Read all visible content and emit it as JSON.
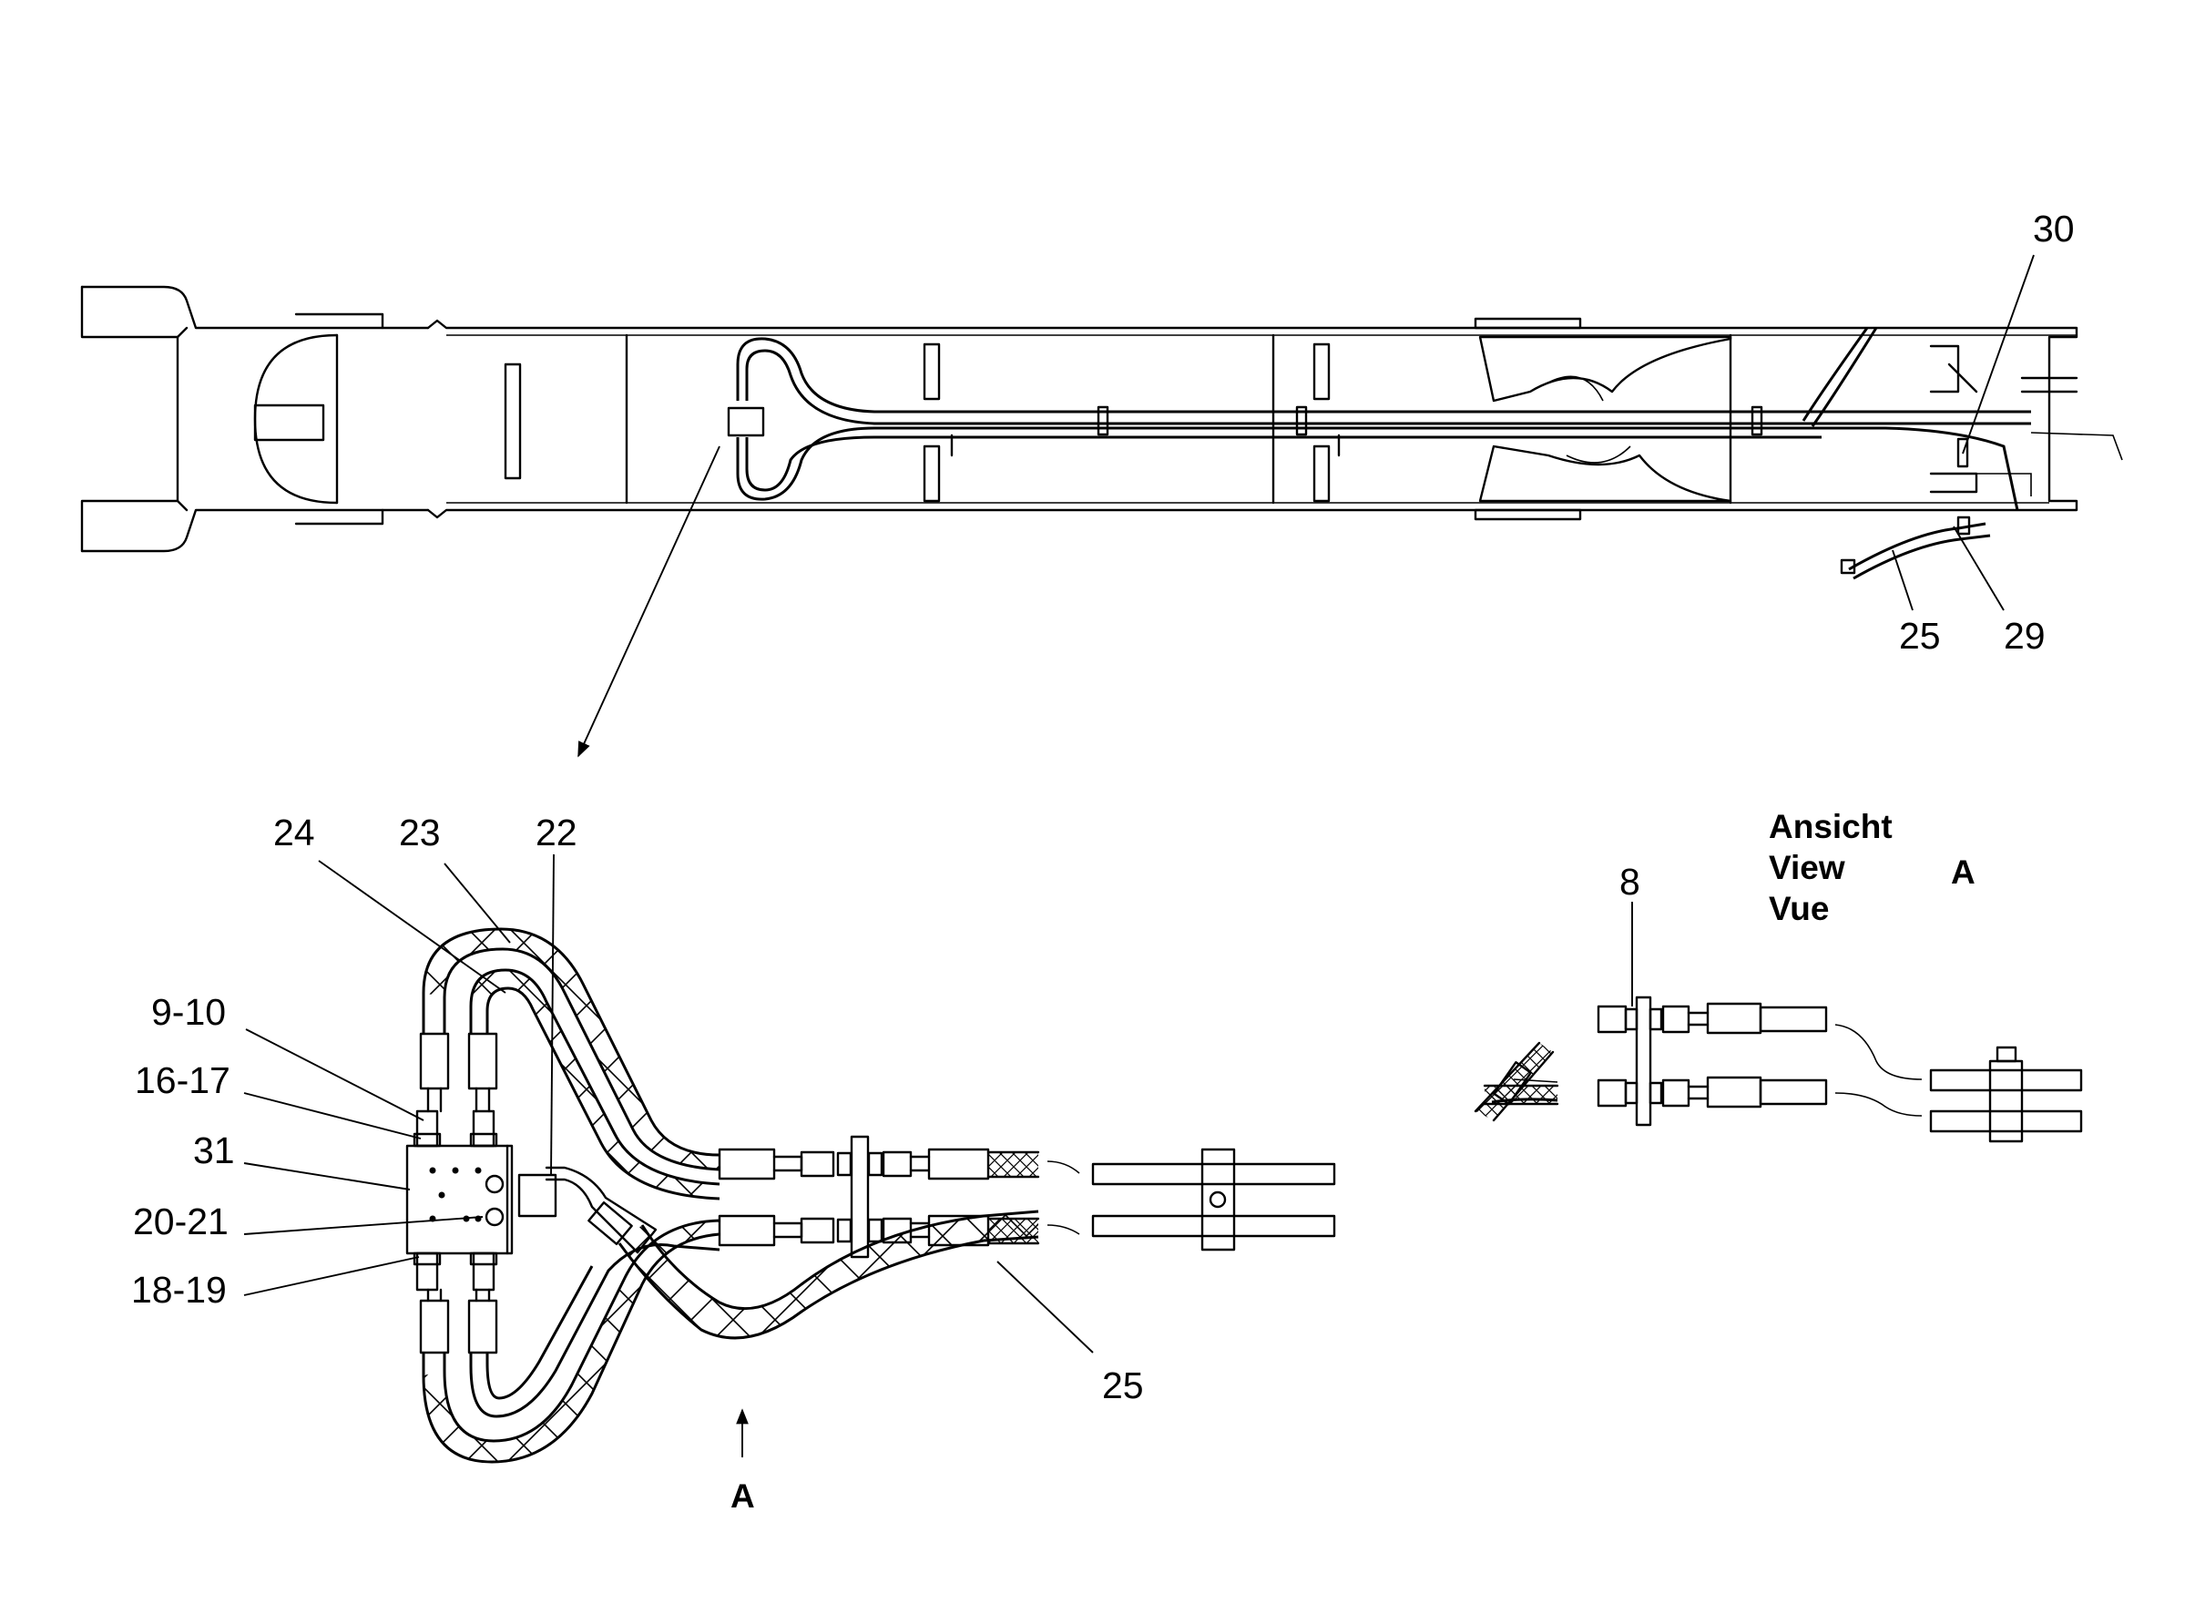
{
  "callouts": {
    "c30": "30",
    "c25_top": "25",
    "c29": "29",
    "c24": "24",
    "c23": "23",
    "c22": "22",
    "c9_10": "9-10",
    "c16_17": "16-17",
    "c31": "31",
    "c20_21": "20-21",
    "c18_19": "18-19",
    "c25_detail": "25",
    "c8": "8",
    "view_marker": "A"
  },
  "view_title": {
    "de": "Ansicht",
    "en": "View",
    "fr": "Vue",
    "letter": "A"
  }
}
